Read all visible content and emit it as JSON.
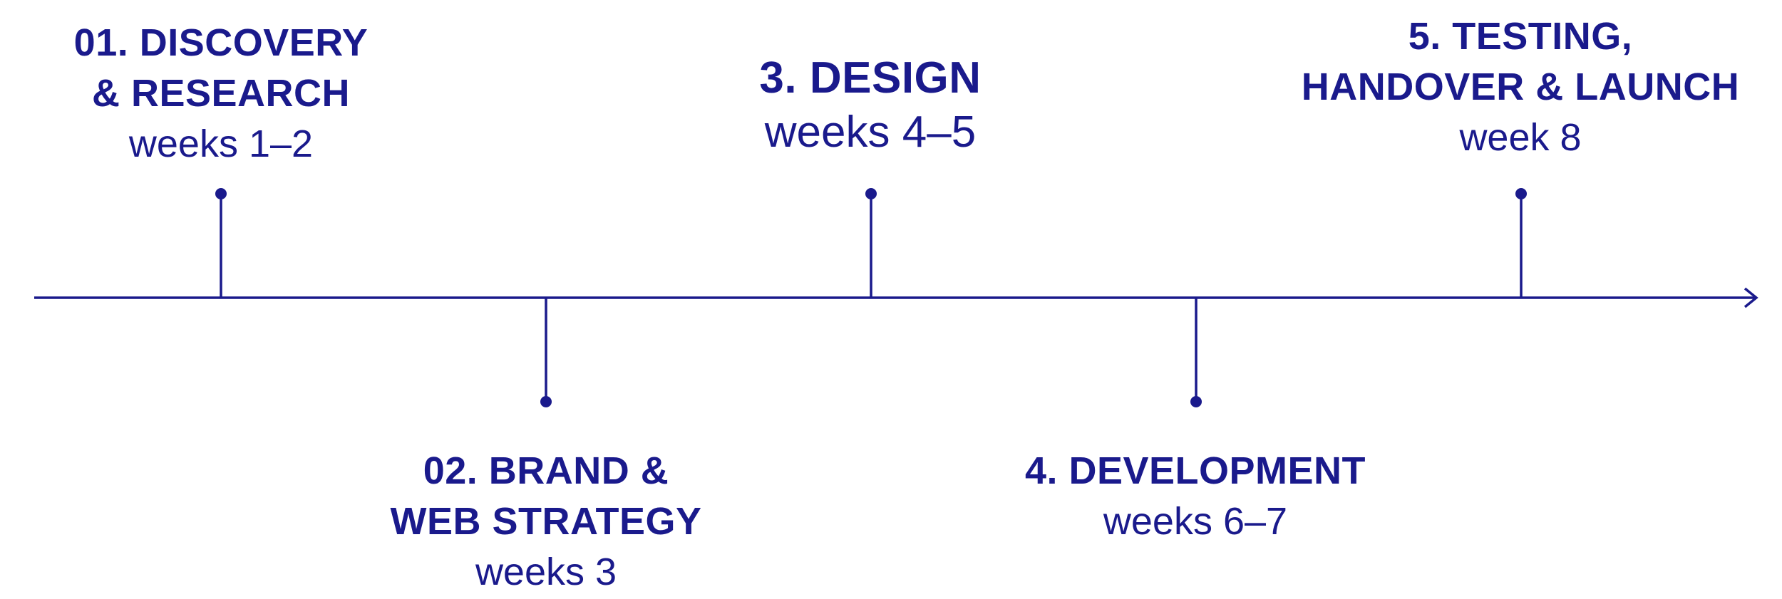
{
  "colors": {
    "accent": "#1a1a8c"
  },
  "milestones": [
    {
      "title": "01. DISCOVERY\n& RESEARCH",
      "period": "weeks 1–2",
      "side": "top"
    },
    {
      "title": "02. BRAND &\nWEB STRATEGY",
      "period": "weeks 3",
      "side": "bottom"
    },
    {
      "title": "3. DESIGN",
      "period": "weeks 4–5",
      "side": "top"
    },
    {
      "title": "4. DEVELOPMENT",
      "period": "weeks 6–7",
      "side": "bottom"
    },
    {
      "title": "5. TESTING,\nHANDOVER & LAUNCH",
      "period": "week 8",
      "side": "top"
    }
  ]
}
